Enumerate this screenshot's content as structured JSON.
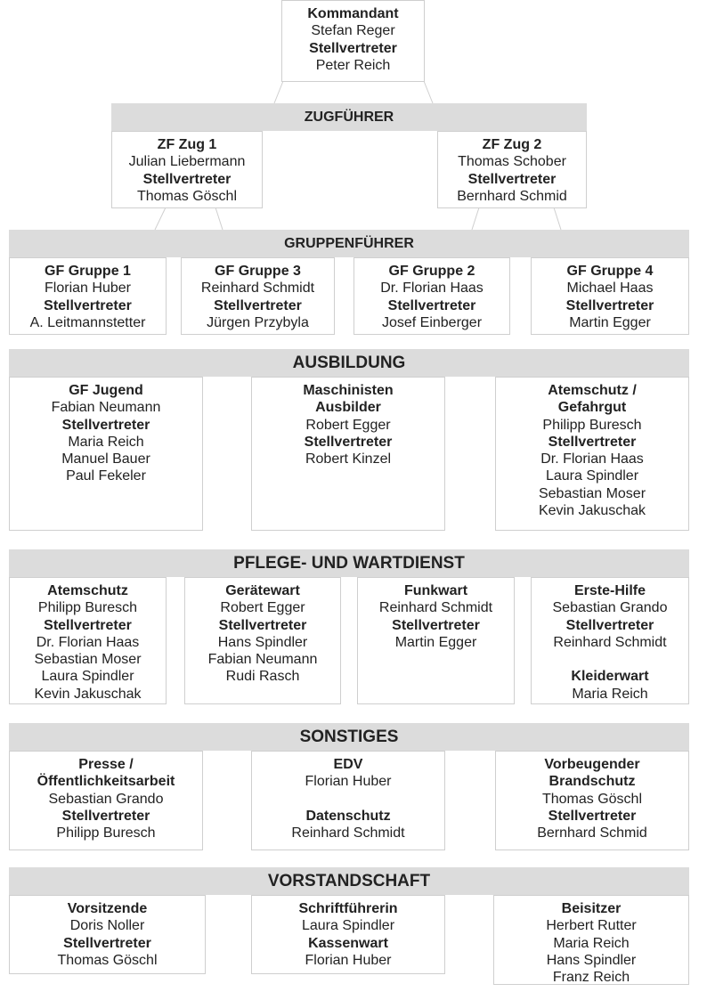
{
  "top": {
    "t1": "Kommandant",
    "n1": "Stefan Reger",
    "t2": "Stellvertreter",
    "n2": "Peter Reich"
  },
  "zug": {
    "header": "ZUGFÜHRER",
    "z1": {
      "t1": "ZF Zug 1",
      "n1": "Julian Liebermann",
      "t2": "Stellvertreter",
      "n2": "Thomas Göschl"
    },
    "z2": {
      "t1": "ZF Zug 2",
      "n1": "Thomas Schober",
      "t2": "Stellvertreter",
      "n2": "Bernhard Schmid"
    }
  },
  "gruppe": {
    "header": "GRUPPENFÜHRER",
    "g1": {
      "t1": "GF Gruppe 1",
      "n1": "Florian Huber",
      "t2": "Stellvertreter",
      "n2": "A. Leitmannstetter"
    },
    "g3": {
      "t1": "GF Gruppe 3",
      "n1": "Reinhard Schmidt",
      "t2": "Stellvertreter",
      "n2": "Jürgen Przybyla"
    },
    "g2": {
      "t1": "GF Gruppe 2",
      "n1": "Dr. Florian Haas",
      "t2": "Stellvertreter",
      "n2": "Josef Einberger"
    },
    "g4": {
      "t1": "GF Gruppe 4",
      "n1": "Michael Haas",
      "t2": "Stellvertreter",
      "n2": "Martin Egger"
    }
  },
  "ausbildung": {
    "header": "AUSBILDUNG",
    "jugend": {
      "t1": "GF Jugend",
      "n1": "Fabian Neumann",
      "t2": "Stellvertreter",
      "n2": "Maria Reich",
      "n3": "Manuel Bauer",
      "n4": "Paul Fekeler"
    },
    "masch": {
      "t1a": "Maschinisten",
      "t1b": "Ausbilder",
      "n1": "Robert Egger",
      "t2": "Stellvertreter",
      "n2": "Robert Kinzel"
    },
    "atem": {
      "t1a": "Atemschutz /",
      "t1b": "Gefahrgut",
      "n1": "Philipp Buresch",
      "t2": "Stellvertreter",
      "n2": "Dr. Florian Haas",
      "n3": "Laura Spindler",
      "n4": "Sebastian Moser",
      "n5": "Kevin Jakuschak"
    }
  },
  "pflege": {
    "header": "PFLEGE- UND WARTDIENST",
    "atem": {
      "t1": "Atemschutz",
      "n1": "Philipp Buresch",
      "t2": "Stellvertreter",
      "n2": "Dr. Florian Haas",
      "n3": "Sebastian Moser",
      "n4": "Laura Spindler",
      "n5": "Kevin Jakuschak"
    },
    "geraet": {
      "t1": "Gerätewart",
      "n1": "Robert Egger",
      "t2": "Stellvertreter",
      "n2": "Hans Spindler",
      "n3": "Fabian Neumann",
      "n4": "Rudi Rasch"
    },
    "funk": {
      "t1": "Funkwart",
      "n1": "Reinhard Schmidt",
      "t2": "Stellvertreter",
      "n2": "Martin Egger"
    },
    "erste": {
      "t1": "Erste-Hilfe",
      "n1": "Sebastian Grando",
      "t2": "Stellvertreter",
      "n2": "Reinhard Schmidt",
      "t3": "Kleiderwart",
      "n3": "Maria Reich"
    }
  },
  "sonstiges": {
    "header": "SONSTIGES",
    "presse": {
      "t1a": "Presse /",
      "t1b": "Öffentlichkeitsarbeit",
      "n1": "Sebastian Grando",
      "t2": "Stellvertreter",
      "n2": "Philipp Buresch"
    },
    "edv": {
      "t1": "EDV",
      "n1": "Florian Huber",
      "t2": "Datenschutz",
      "n2": "Reinhard Schmidt"
    },
    "brand": {
      "t1a": "Vorbeugender",
      "t1b": "Brandschutz",
      "n1": "Thomas Göschl",
      "t2": "Stellvertreter",
      "n2": "Bernhard Schmid"
    }
  },
  "vorstand": {
    "header": "VORSTANDSCHAFT",
    "vors": {
      "t1": "Vorsitzende",
      "n1": "Doris Noller",
      "t2": "Stellvertreter",
      "n2": "Thomas Göschl"
    },
    "schrift": {
      "t1": "Schriftführerin",
      "n1": "Laura Spindler",
      "t2": "Kassenwart",
      "n2": "Florian Huber"
    },
    "beis": {
      "t1": "Beisitzer",
      "n1": "Herbert Rutter",
      "n2": "Maria Reich",
      "n3": "Hans Spindler",
      "n4": "Franz Reich"
    }
  }
}
